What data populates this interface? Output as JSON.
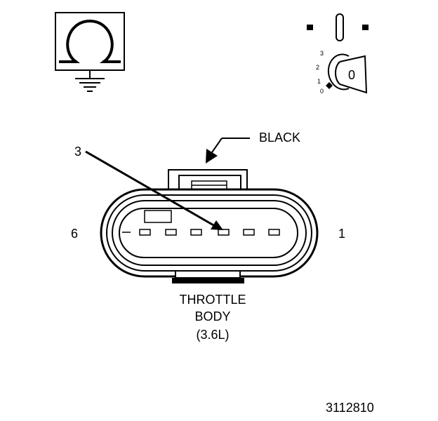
{
  "labels": {
    "color": "BLACK",
    "pin_callout": "3",
    "left_pin": "6",
    "right_pin": "1",
    "caption_line1": "THROTTLE",
    "caption_line2": "BODY",
    "caption_line3": "(3.6L)",
    "figure_number": "3112810"
  },
  "ignition_key": {
    "positions": [
      "3",
      "2",
      "1",
      "0"
    ],
    "key_label": "0"
  },
  "icons": {
    "ohmmeter": "ohm-symbol-icon",
    "ground": "ground-icon",
    "ignition": "ignition-switch-icon"
  }
}
